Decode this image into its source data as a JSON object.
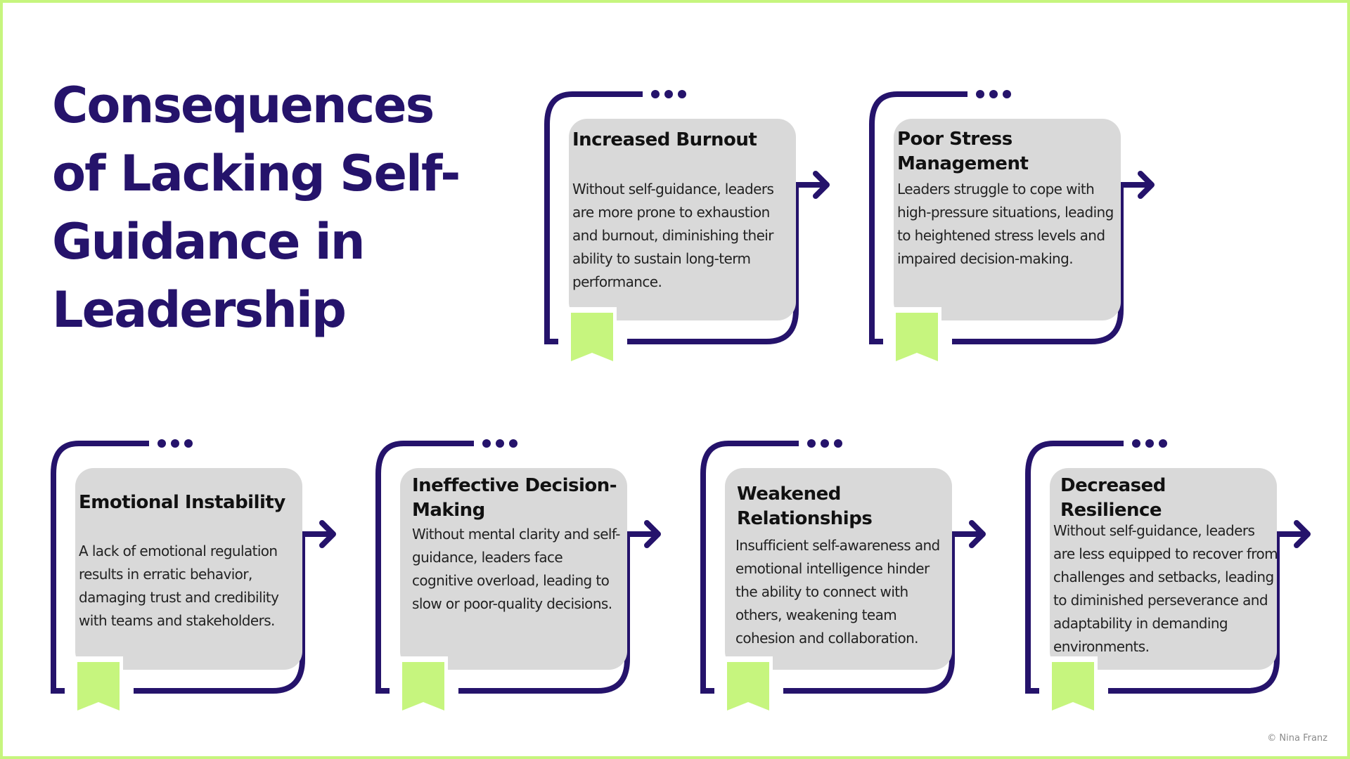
{
  "title": "Consequences of Lacking Self-Guidance in Leadership",
  "colors": {
    "border": "#c6f57e",
    "accent_dark": "#25136b",
    "card_fill": "#d9d9d9",
    "ribbon": "#c6f57e"
  },
  "cards": [
    {
      "heading": "Increased Burnout",
      "body": "Without self-guidance, leaders are more prone to exhaustion and burnout, diminishing their ability to sustain long-term performance."
    },
    {
      "heading": "Poor Stress Management",
      "body": "Leaders struggle to cope with high-pressure situations, leading to heightened stress levels and impaired decision-making."
    },
    {
      "heading": "Emotional Instability",
      "body": "A lack of emotional regulation results in erratic behavior, damaging trust and credibility with teams and stakeholders."
    },
    {
      "heading": "Ineffective Decision-Making",
      "body": "Without mental clarity and self-guidance, leaders face cognitive overload, leading to slow or poor-quality decisions."
    },
    {
      "heading": "Weakened Relationships",
      "body": "Insufficient self-awareness and emotional intelligence hinder the ability to connect with others, weakening team cohesion and collaboration."
    },
    {
      "heading": "Decreased Resilience",
      "body": "Without self-guidance, leaders are less equipped to recover from challenges and setbacks, leading to diminished perseverance and adaptability in demanding environments."
    }
  ],
  "credit": "© Nina Franz"
}
